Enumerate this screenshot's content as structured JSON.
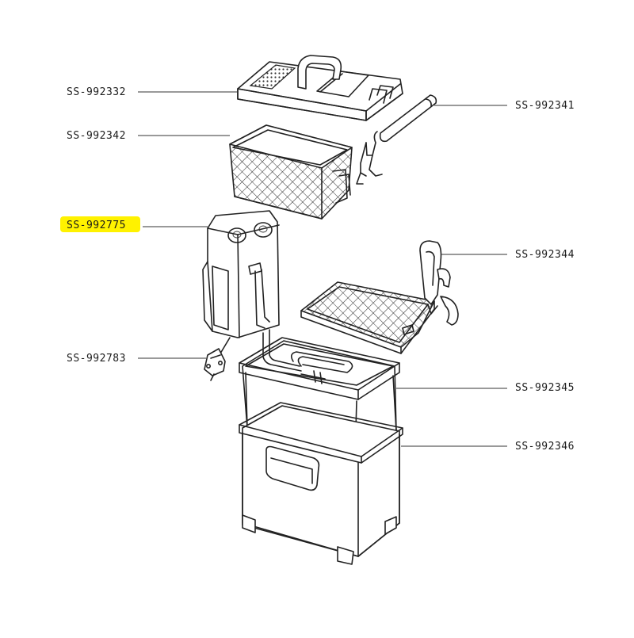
{
  "highlight_color": "#fff200",
  "parts": {
    "lid": "SS-992332",
    "basket": "SS-992342",
    "control_box": "SS-992775",
    "power_cord": "SS-992783",
    "handle": "SS-992341",
    "basket_handle": "SS-992344",
    "bowl": "SS-992345",
    "housing": "SS-992346"
  },
  "highlighted_part": "control_box"
}
